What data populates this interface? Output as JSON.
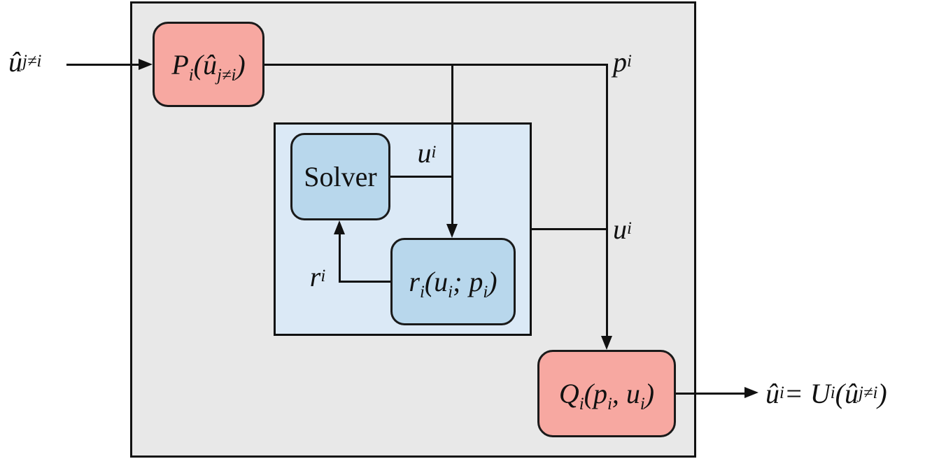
{
  "colors": {
    "outer_bg": "#e8e8e8",
    "inner_bg": "#dbe9f6",
    "node_pink": "#f7a8a1",
    "node_blue": "#b8d7ec",
    "line": "#111111"
  },
  "nodes": {
    "input_label": "û<sub>j≠i</sub>",
    "p_node": "P<sub>i</sub>(û<sub>j≠i</sub>)",
    "solver_node": "Solver",
    "residual_node": "r<sub>i</sub>(u<sub>i</sub>; p<sub>i</sub>)",
    "q_node": "Q<sub>i</sub>(p<sub>i</sub>, u<sub>i</sub>)",
    "output_label": "û<sub>i</sub> = U<sub>i</sub>(û<sub>j≠i</sub>)"
  },
  "edge_labels": {
    "p_i": "p<sub>i</sub>",
    "u_i_solver": "u<sub>i</sub>",
    "u_i_out": "u<sub>i</sub>",
    "r_i": "r<sub>i</sub>"
  }
}
